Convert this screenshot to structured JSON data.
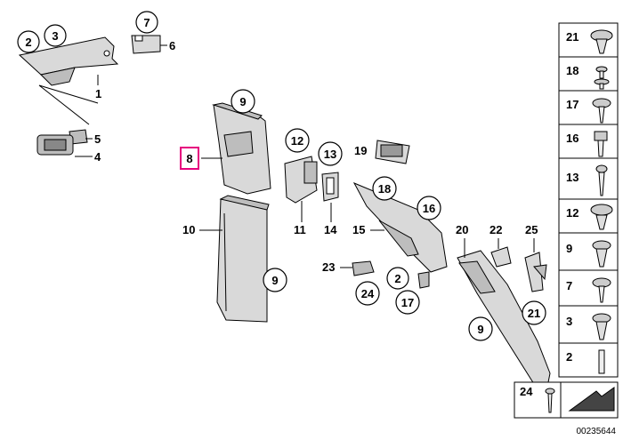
{
  "callouts": {
    "c1": "1",
    "c2": "2",
    "c3": "3",
    "c4": "4",
    "c5": "5",
    "c6": "6",
    "c7": "7",
    "c8": "8",
    "c9a": "9",
    "c9b": "9",
    "c9c": "9",
    "c10": "10",
    "c11": "11",
    "c12": "12",
    "c13": "13",
    "c14": "14",
    "c15": "15",
    "c16": "16",
    "c17": "17",
    "c18": "18",
    "c19": "19",
    "c2b": "2",
    "c20": "20",
    "c21": "21",
    "c22": "22",
    "c23": "23",
    "c24": "24",
    "c25": "25"
  },
  "legend": {
    "items": [
      "21",
      "18",
      "17",
      "16",
      "13",
      "12",
      "9",
      "7",
      "3",
      "2"
    ],
    "extra": "24"
  },
  "doc_number": "00235644",
  "colors": {
    "highlight": "#e6007e",
    "part_fill": "#d9d9d9"
  }
}
